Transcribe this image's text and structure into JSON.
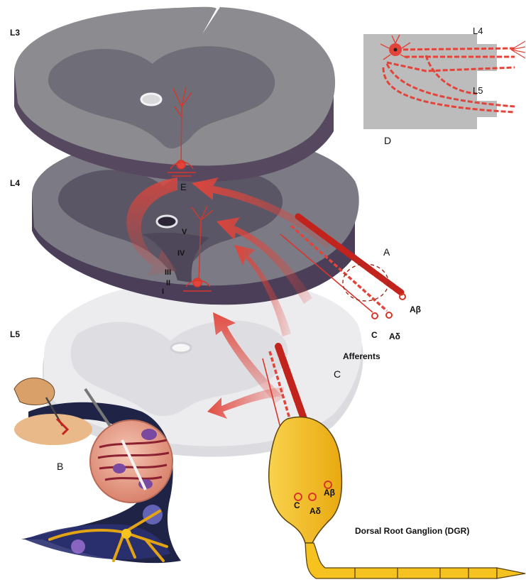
{
  "labels": {
    "level_l3": "L3",
    "level_l4": "L4",
    "level_l5": "L5",
    "panel_a": "A",
    "panel_b": "B",
    "panel_c": "C",
    "panel_d": "D",
    "panel_e": "E",
    "lamina_i": "I",
    "lamina_ii": "II",
    "lamina_iii": "III",
    "lamina_iv": "IV",
    "lamina_v": "V",
    "afferents": "Afferents",
    "fiber_abeta": "Aβ",
    "fiber_adelta": "Aδ",
    "fiber_c": "C",
    "inset_l4": "L4",
    "inset_l5": "L5",
    "ganglion": "Dorsal Root Ganglion (DGR)"
  },
  "colors": {
    "slice_top_l3": "#8c8c90",
    "slice_grey_matter_l3": "#6e6d78",
    "slice_side": "#4a3e58",
    "slice_top_l4": "#7c7a84",
    "slice_grey_matter_l4": "#5b5666",
    "slice_l5": "#e6e6e9",
    "slice_l5_inner": "#d7d7db",
    "nerve_red": "#e2443a",
    "nerve_dark_red": "#c2231d",
    "ganglion_yellow": "#f6c21f",
    "ganglion_outline": "#5a4208",
    "inset_grey": "#bcbcbc",
    "panel_b_navy": "#1f2446",
    "panel_b_skin": "#e9b98a"
  }
}
